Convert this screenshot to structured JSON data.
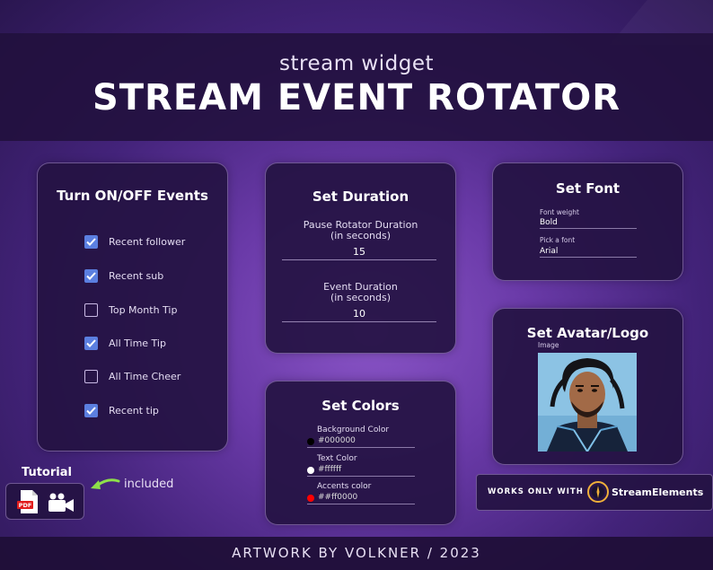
{
  "header": {
    "subtitle": "stream widget",
    "title": "STREAM EVENT ROTATOR"
  },
  "events_card": {
    "title": "Turn ON/OFF Events",
    "items": [
      {
        "label": "Recent follower",
        "checked": true
      },
      {
        "label": "Recent sub",
        "checked": true
      },
      {
        "label": "Top Month Tip",
        "checked": false
      },
      {
        "label": "All Time Tip",
        "checked": true
      },
      {
        "label": "All Time Cheer",
        "checked": false
      },
      {
        "label": "Recent tip",
        "checked": true
      }
    ]
  },
  "duration_card": {
    "title": "Set Duration",
    "pause_label_1": "Pause Rotator Duration",
    "pause_label_2": "(in seconds)",
    "pause_value": "15",
    "event_label_1": "Event Duration",
    "event_label_2": "(in seconds)",
    "event_value": "10"
  },
  "colors_card": {
    "title": "Set Colors",
    "items": [
      {
        "label": "Background Color",
        "value": "#000000",
        "swatch": "#000000"
      },
      {
        "label": "Text Color",
        "value": "#ffffff",
        "swatch": "#ffffff"
      },
      {
        "label": "Accents color",
        "value": "##ff0000",
        "swatch": "#ff0000"
      }
    ]
  },
  "font_card": {
    "title": "Set Font",
    "weight_label": "Font weight",
    "weight_value": "Bold",
    "pick_label": "Pick a font",
    "pick_value": "Arial"
  },
  "avatar_card": {
    "title": "Set Avatar/Logo",
    "image_label": "Image"
  },
  "tutorial": {
    "title": "Tutorial",
    "included": "included",
    "pdf_badge": "PDF"
  },
  "badge": {
    "works_only": "WORKS ONLY WITH",
    "brand": "StreamElements"
  },
  "footer": {
    "credit": "ARTWORK BY VOLKNER / 2023"
  },
  "colors": {
    "checkbox_on": "#5b7fe0",
    "accent_red": "#e11d1d"
  }
}
